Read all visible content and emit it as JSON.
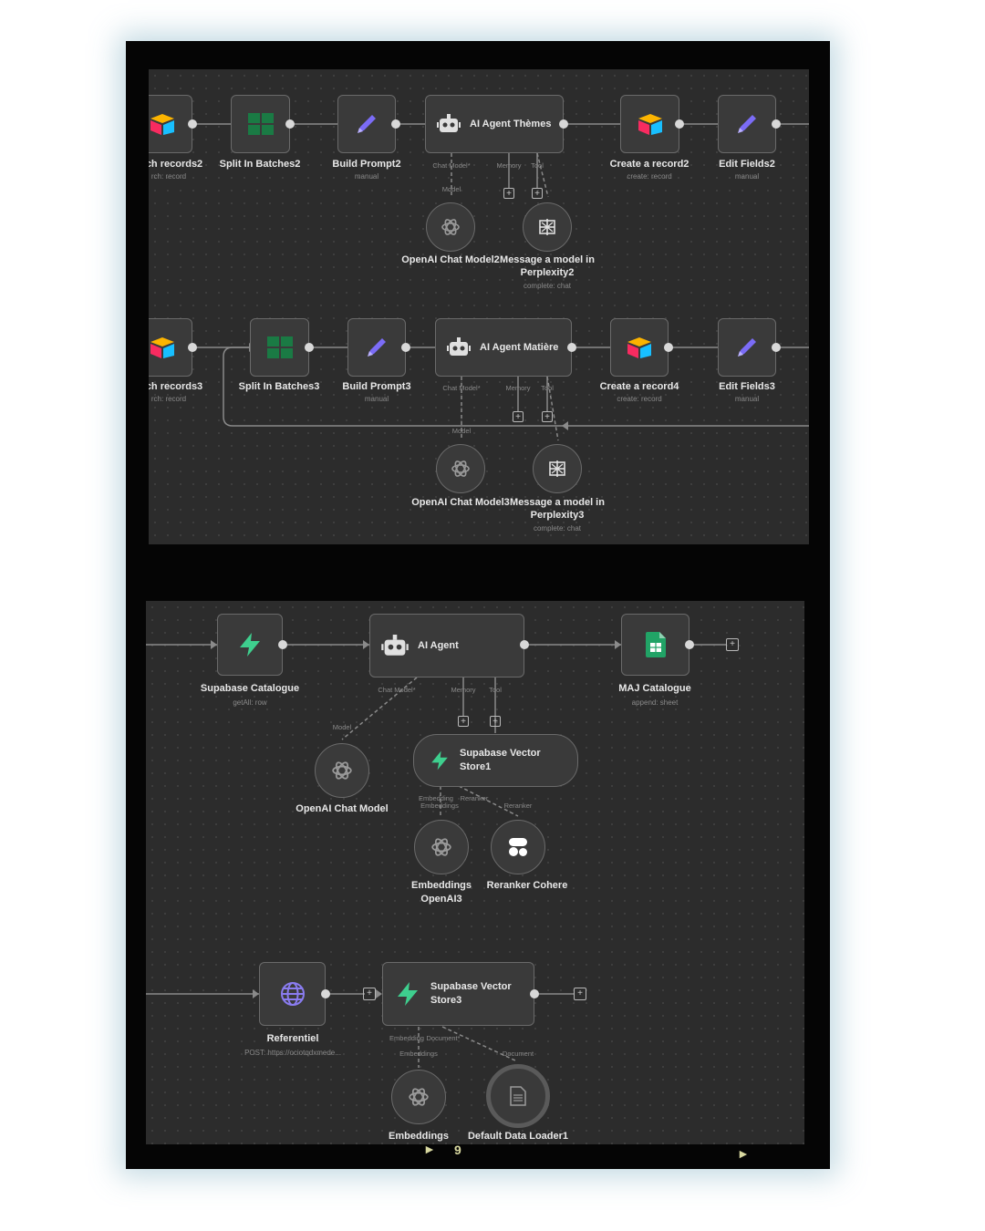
{
  "panel_top": {
    "row1": {
      "nodes": [
        {
          "id": "search-records2",
          "title": "ch records2",
          "subtitle": "rch: record"
        },
        {
          "id": "split-in-batches2",
          "title": "Split In Batches2",
          "subtitle": ""
        },
        {
          "id": "build-prompt2",
          "title": "Build Prompt2",
          "subtitle": "manual"
        },
        {
          "id": "ai-agent-themes",
          "title": "AI Agent Thèmes",
          "subtitle": ""
        },
        {
          "id": "create-a-record2",
          "title": "Create a record2",
          "subtitle": "create: record"
        },
        {
          "id": "edit-fields2",
          "title": "Edit Fields2",
          "subtitle": "manual"
        }
      ],
      "agent_ports": {
        "chat_model": "Chat Model*",
        "memory": "Memory",
        "tool": "Tool",
        "model": "Model"
      },
      "children": [
        {
          "id": "openai-chat-model2",
          "title": "OpenAI Chat Model2",
          "subtitle": ""
        },
        {
          "id": "perplexity2",
          "title_line1": "Message a model in",
          "title_line2": "Perplexity2",
          "subtitle": "complete: chat"
        }
      ]
    },
    "row2": {
      "nodes": [
        {
          "id": "search-records3",
          "title": "ch records3",
          "subtitle": "rch: record"
        },
        {
          "id": "split-in-batches3",
          "title": "Split In Batches3",
          "subtitle": ""
        },
        {
          "id": "build-prompt3",
          "title": "Build Prompt3",
          "subtitle": "manual"
        },
        {
          "id": "ai-agent-matiere",
          "title": "AI Agent Matière",
          "subtitle": ""
        },
        {
          "id": "create-a-record4",
          "title": "Create a record4",
          "subtitle": "create: record"
        },
        {
          "id": "edit-fields3",
          "title": "Edit Fields3",
          "subtitle": "manual"
        }
      ],
      "agent_ports": {
        "chat_model": "Chat Model*",
        "memory": "Memory",
        "tool": "Tool",
        "model": "Model"
      },
      "children": [
        {
          "id": "openai-chat-model3",
          "title": "OpenAI Chat Model3",
          "subtitle": ""
        },
        {
          "id": "perplexity3",
          "title_line1": "Message a model in",
          "title_line2": "Perplexity3",
          "subtitle": "complete: chat"
        }
      ]
    }
  },
  "panel_bottom": {
    "row1": {
      "supabase_catalogue": {
        "title": "Supabase Catalogue",
        "subtitle": "getAll: row"
      },
      "ai_agent": {
        "title": "AI Agent"
      },
      "maj_catalogue": {
        "title": "MAJ Catalogue",
        "subtitle": "append: sheet"
      },
      "agent_ports": {
        "chat_model": "Chat Model*",
        "memory": "Memory",
        "tool": "Tool",
        "model": "Model"
      },
      "openai_chat_model": {
        "title": "OpenAI Chat Model"
      },
      "vector_store1": {
        "title_line1": "Supabase Vector",
        "title_line2": "Store1"
      },
      "store_ports": {
        "embedding": "Embedding",
        "reranker": "Reranker",
        "embeddings": "Embeddings",
        "reranker2": "Reranker"
      },
      "embeddings_openai3": {
        "title_line1": "Embeddings",
        "title_line2": "OpenAI3"
      },
      "reranker_cohere": {
        "title": "Reranker Cohere"
      }
    },
    "row2": {
      "referentiel": {
        "title": "Referentiel",
        "subtitle": "POST: https://ociotqdxmede..."
      },
      "vector_store3": {
        "title_line1": "Supabase Vector",
        "title_line2": "Store3"
      },
      "store_ports": {
        "embedding": "Embedding",
        "document": "Document*",
        "embeddings": "Embeddings",
        "document2": "Document"
      },
      "embeddings": {
        "title": "Embeddings"
      },
      "default_data_loader1": {
        "title": "Default Data Loader1"
      }
    }
  },
  "footer": {
    "page_number": "9"
  },
  "colors": {
    "canvas": "#2c2c2c",
    "node": "#3a3a3a",
    "node_border": "#6a6a6a",
    "wire": "#8a8a8a",
    "supabase_green": "#3ecf8e",
    "sheets_green": "#21a366",
    "batch_green": "#1a7a44",
    "pencil_purple": "#7b6cf6",
    "globe_purple": "#8a7cf0"
  }
}
